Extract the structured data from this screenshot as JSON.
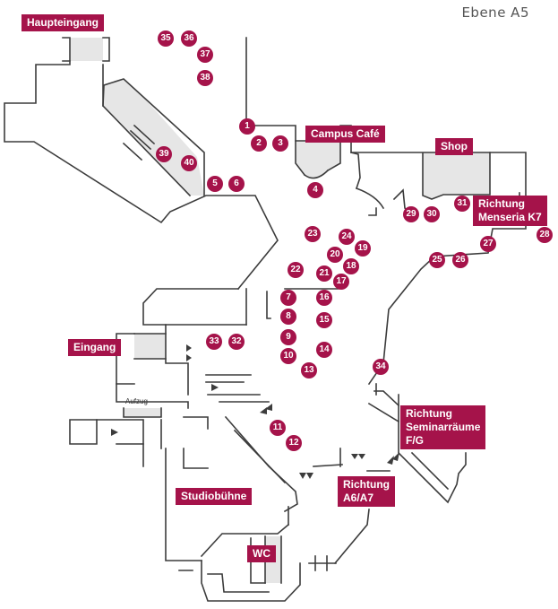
{
  "colors": {
    "accent": "#a5134a",
    "wall": "#3c3c3c",
    "fill": "#e6e6e6"
  },
  "floor_label": "Ebene A5",
  "labels": {
    "haupteingang": "Haupteingang",
    "campus_cafe": "Campus Café",
    "shop": "Shop",
    "richtung_mensa": "Richtung\nMenseria K7",
    "eingang": "Eingang",
    "aufzug": "Aufzug",
    "richtung_seminar": "Richtung\nSeminarräume\nF/G",
    "studiobuehne": "Studiobühne",
    "richtung_a6": "Richtung\nA6/A7",
    "wc": "WC"
  },
  "markers": [
    "1",
    "2",
    "3",
    "4",
    "5",
    "6",
    "7",
    "8",
    "9",
    "10",
    "11",
    "12",
    "13",
    "14",
    "15",
    "16",
    "17",
    "18",
    "19",
    "20",
    "21",
    "22",
    "23",
    "24",
    "25",
    "26",
    "27",
    "28",
    "29",
    "30",
    "31",
    "32",
    "33",
    "34",
    "35",
    "36",
    "37",
    "38",
    "39",
    "40"
  ]
}
